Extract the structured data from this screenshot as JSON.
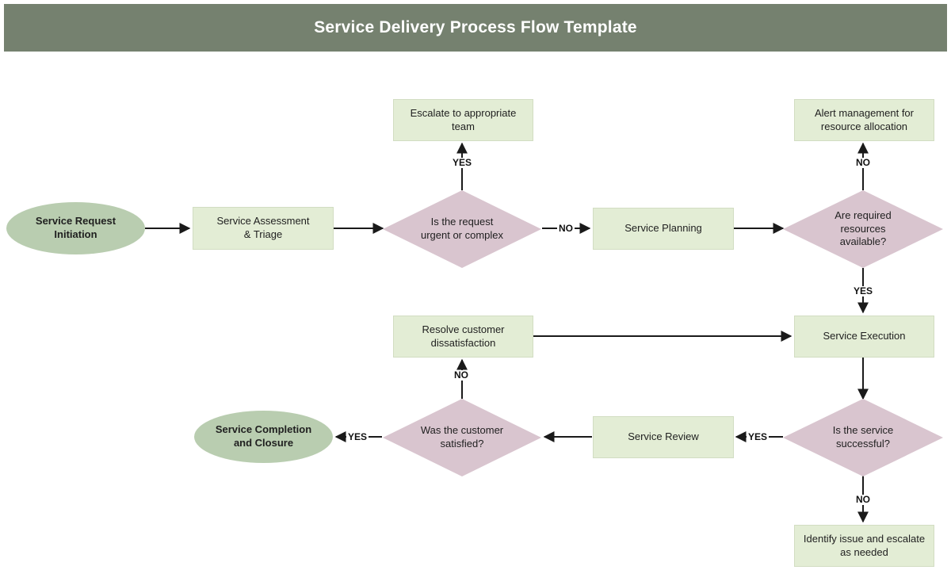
{
  "header": {
    "title": "Service Delivery Process Flow Template",
    "background_color": "#75816f",
    "text_color": "#ffffff"
  },
  "theme": {
    "process_fill": "#e3edd5",
    "decision_fill": "#d9c5cf",
    "terminator_fill": "#b9cdb0",
    "edge_color": "#1a1a1a",
    "canvas_background": "#ffffff"
  },
  "diagram": {
    "type": "flowchart",
    "orientation": "left-to-right, serpentine",
    "nodes": [
      {
        "id": "start",
        "shape": "ellipse",
        "label": "Service Request\nInitiation"
      },
      {
        "id": "assessment",
        "shape": "rectangle",
        "label": "Service Assessment\n& Triage"
      },
      {
        "id": "urgent_decision",
        "shape": "diamond",
        "label": "Is the request\nurgent or complex"
      },
      {
        "id": "escalate_team",
        "shape": "rectangle",
        "label": "Escalate to appropriate team"
      },
      {
        "id": "planning",
        "shape": "rectangle",
        "label": "Service Planning"
      },
      {
        "id": "resources_decision",
        "shape": "diamond",
        "label": "Are required\nresources\navailable?"
      },
      {
        "id": "alert_management",
        "shape": "rectangle",
        "label": "Alert management for\nresource allocation"
      },
      {
        "id": "execution",
        "shape": "rectangle",
        "label": "Service Execution"
      },
      {
        "id": "resolve_dissat",
        "shape": "rectangle",
        "label": "Resolve customer\ndissatisfaction"
      },
      {
        "id": "success_decision",
        "shape": "diamond",
        "label": "Is the service\nsuccessful?"
      },
      {
        "id": "identify_issue",
        "shape": "rectangle",
        "label": "Identify issue and escalate\nas needed"
      },
      {
        "id": "review",
        "shape": "rectangle",
        "label": "Service Review"
      },
      {
        "id": "satisfied_decision",
        "shape": "diamond",
        "label": "Was the customer\nsatisfied?"
      },
      {
        "id": "completion",
        "shape": "ellipse",
        "label": "Service Completion\nand Closure"
      }
    ],
    "edges": [
      {
        "from": "start",
        "to": "assessment",
        "label": ""
      },
      {
        "from": "assessment",
        "to": "urgent_decision",
        "label": ""
      },
      {
        "from": "urgent_decision",
        "to": "escalate_team",
        "label": "YES"
      },
      {
        "from": "urgent_decision",
        "to": "planning",
        "label": "NO"
      },
      {
        "from": "planning",
        "to": "resources_decision",
        "label": ""
      },
      {
        "from": "resources_decision",
        "to": "alert_management",
        "label": "NO"
      },
      {
        "from": "resources_decision",
        "to": "execution",
        "label": "YES"
      },
      {
        "from": "execution",
        "to": "success_decision",
        "label": ""
      },
      {
        "from": "success_decision",
        "to": "review",
        "label": "YES"
      },
      {
        "from": "success_decision",
        "to": "identify_issue",
        "label": "NO"
      },
      {
        "from": "review",
        "to": "satisfied_decision",
        "label": ""
      },
      {
        "from": "satisfied_decision",
        "to": "completion",
        "label": "YES"
      },
      {
        "from": "satisfied_decision",
        "to": "resolve_dissat",
        "label": "NO"
      },
      {
        "from": "resolve_dissat",
        "to": "execution",
        "label": ""
      }
    ],
    "edge_labels": {
      "urgent_yes": "YES",
      "urgent_no": "NO",
      "resources_no": "NO",
      "resources_yes": "YES",
      "success_yes": "YES",
      "success_no": "NO",
      "satisfied_yes": "YES",
      "satisfied_no": "NO"
    }
  }
}
